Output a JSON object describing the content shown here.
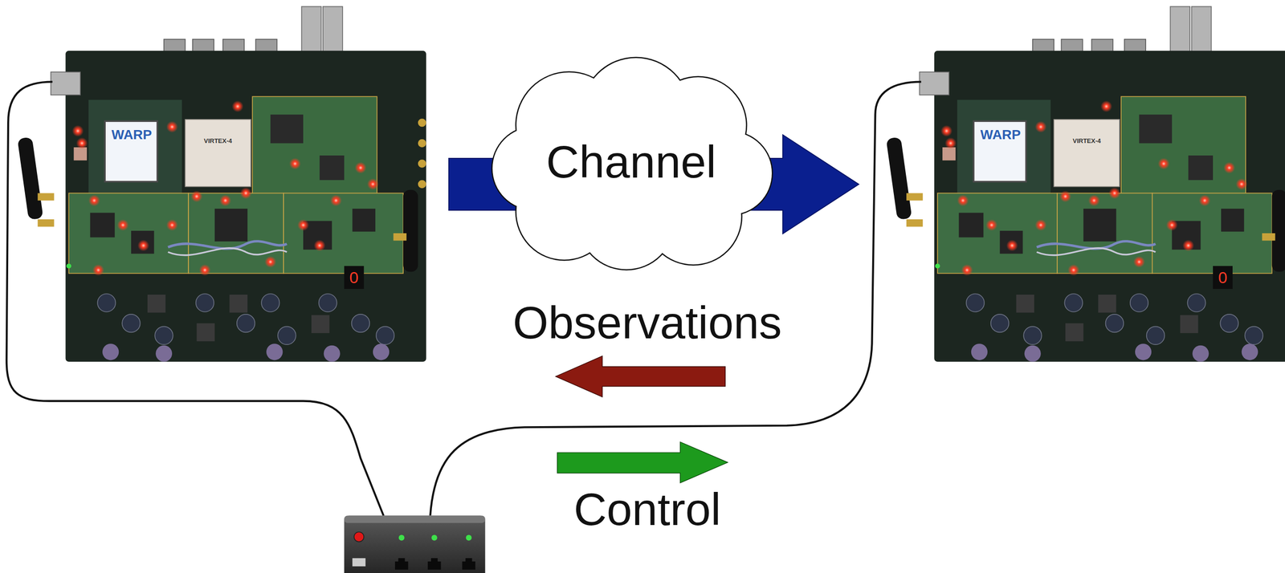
{
  "diagram": {
    "nodes": [
      {
        "text": [
          "WARP",
          "VIRTEX-4",
          "0"
        ]
      },
      {
        "text": [
          "Channel"
        ]
      },
      {
        "text": [
          "WARP",
          "VIRTEX-4",
          "0"
        ]
      }
    ],
    "edges": [
      {
        "from": 0,
        "to": 1,
        "arrow": "none"
      },
      {
        "from": 1,
        "to": 2,
        "arrow": "to"
      }
    ],
    "labels": [
      "Observations",
      "Control"
    ]
  }
}
